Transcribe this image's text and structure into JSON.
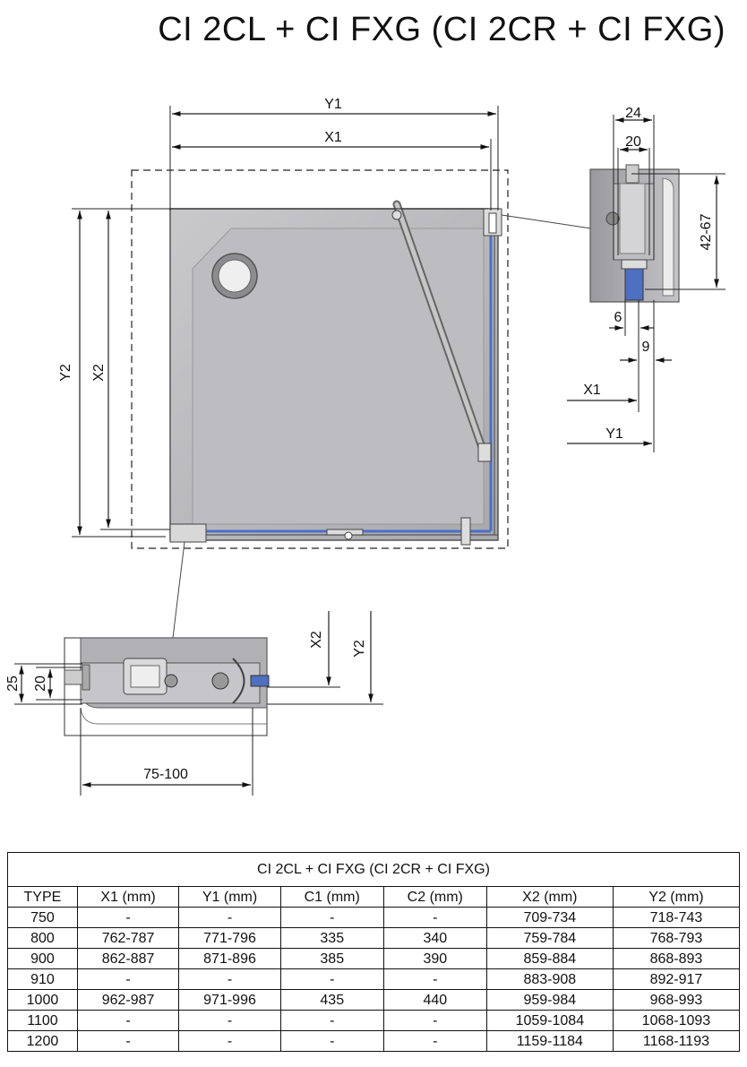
{
  "title": "CI 2CL + CI FXG (CI 2CR + CI FXG)",
  "drawing": {
    "main": {
      "width_top": "Y1",
      "width_inner": "X1",
      "height_outer": "Y2",
      "height_inner": "X2"
    },
    "detail_top_right": {
      "dim_a": "24",
      "dim_b": "20",
      "dim_c": "42-67",
      "dim_d": "6",
      "dim_e": "9",
      "x_label": "X1",
      "y_label": "Y1"
    },
    "detail_bottom": {
      "dim_a": "25",
      "dim_b": "20",
      "dim_c": "75-100",
      "x_label": "X2",
      "y_label": "Y2"
    }
  },
  "table": {
    "caption": "CI 2CL + CI FXG (CI 2CR + CI FXG)",
    "headers": [
      "TYPE",
      "X1 (mm)",
      "Y1 (mm)",
      "C1 (mm)",
      "C2 (mm)",
      "X2 (mm)",
      "Y2 (mm)"
    ],
    "rows": [
      [
        "750",
        "-",
        "-",
        "-",
        "-",
        "709-734",
        "718-743"
      ],
      [
        "800",
        "762-787",
        "771-796",
        "335",
        "340",
        "759-784",
        "768-793"
      ],
      [
        "900",
        "862-887",
        "871-896",
        "385",
        "390",
        "859-884",
        "868-893"
      ],
      [
        "910",
        "-",
        "-",
        "-",
        "-",
        "883-908",
        "892-917"
      ],
      [
        "1000",
        "962-987",
        "971-996",
        "435",
        "440",
        "959-984",
        "968-993"
      ],
      [
        "1100",
        "-",
        "-",
        "-",
        "-",
        "1059-1084",
        "1068-1093"
      ],
      [
        "1200",
        "-",
        "-",
        "-",
        "-",
        "1159-1184",
        "1168-1193"
      ]
    ]
  },
  "colors": {
    "tray": "#b8b8bc",
    "glass_edge": "#4a6fc9",
    "profile_blue": "#4f6fc0",
    "frame": "#8a8a8a"
  }
}
